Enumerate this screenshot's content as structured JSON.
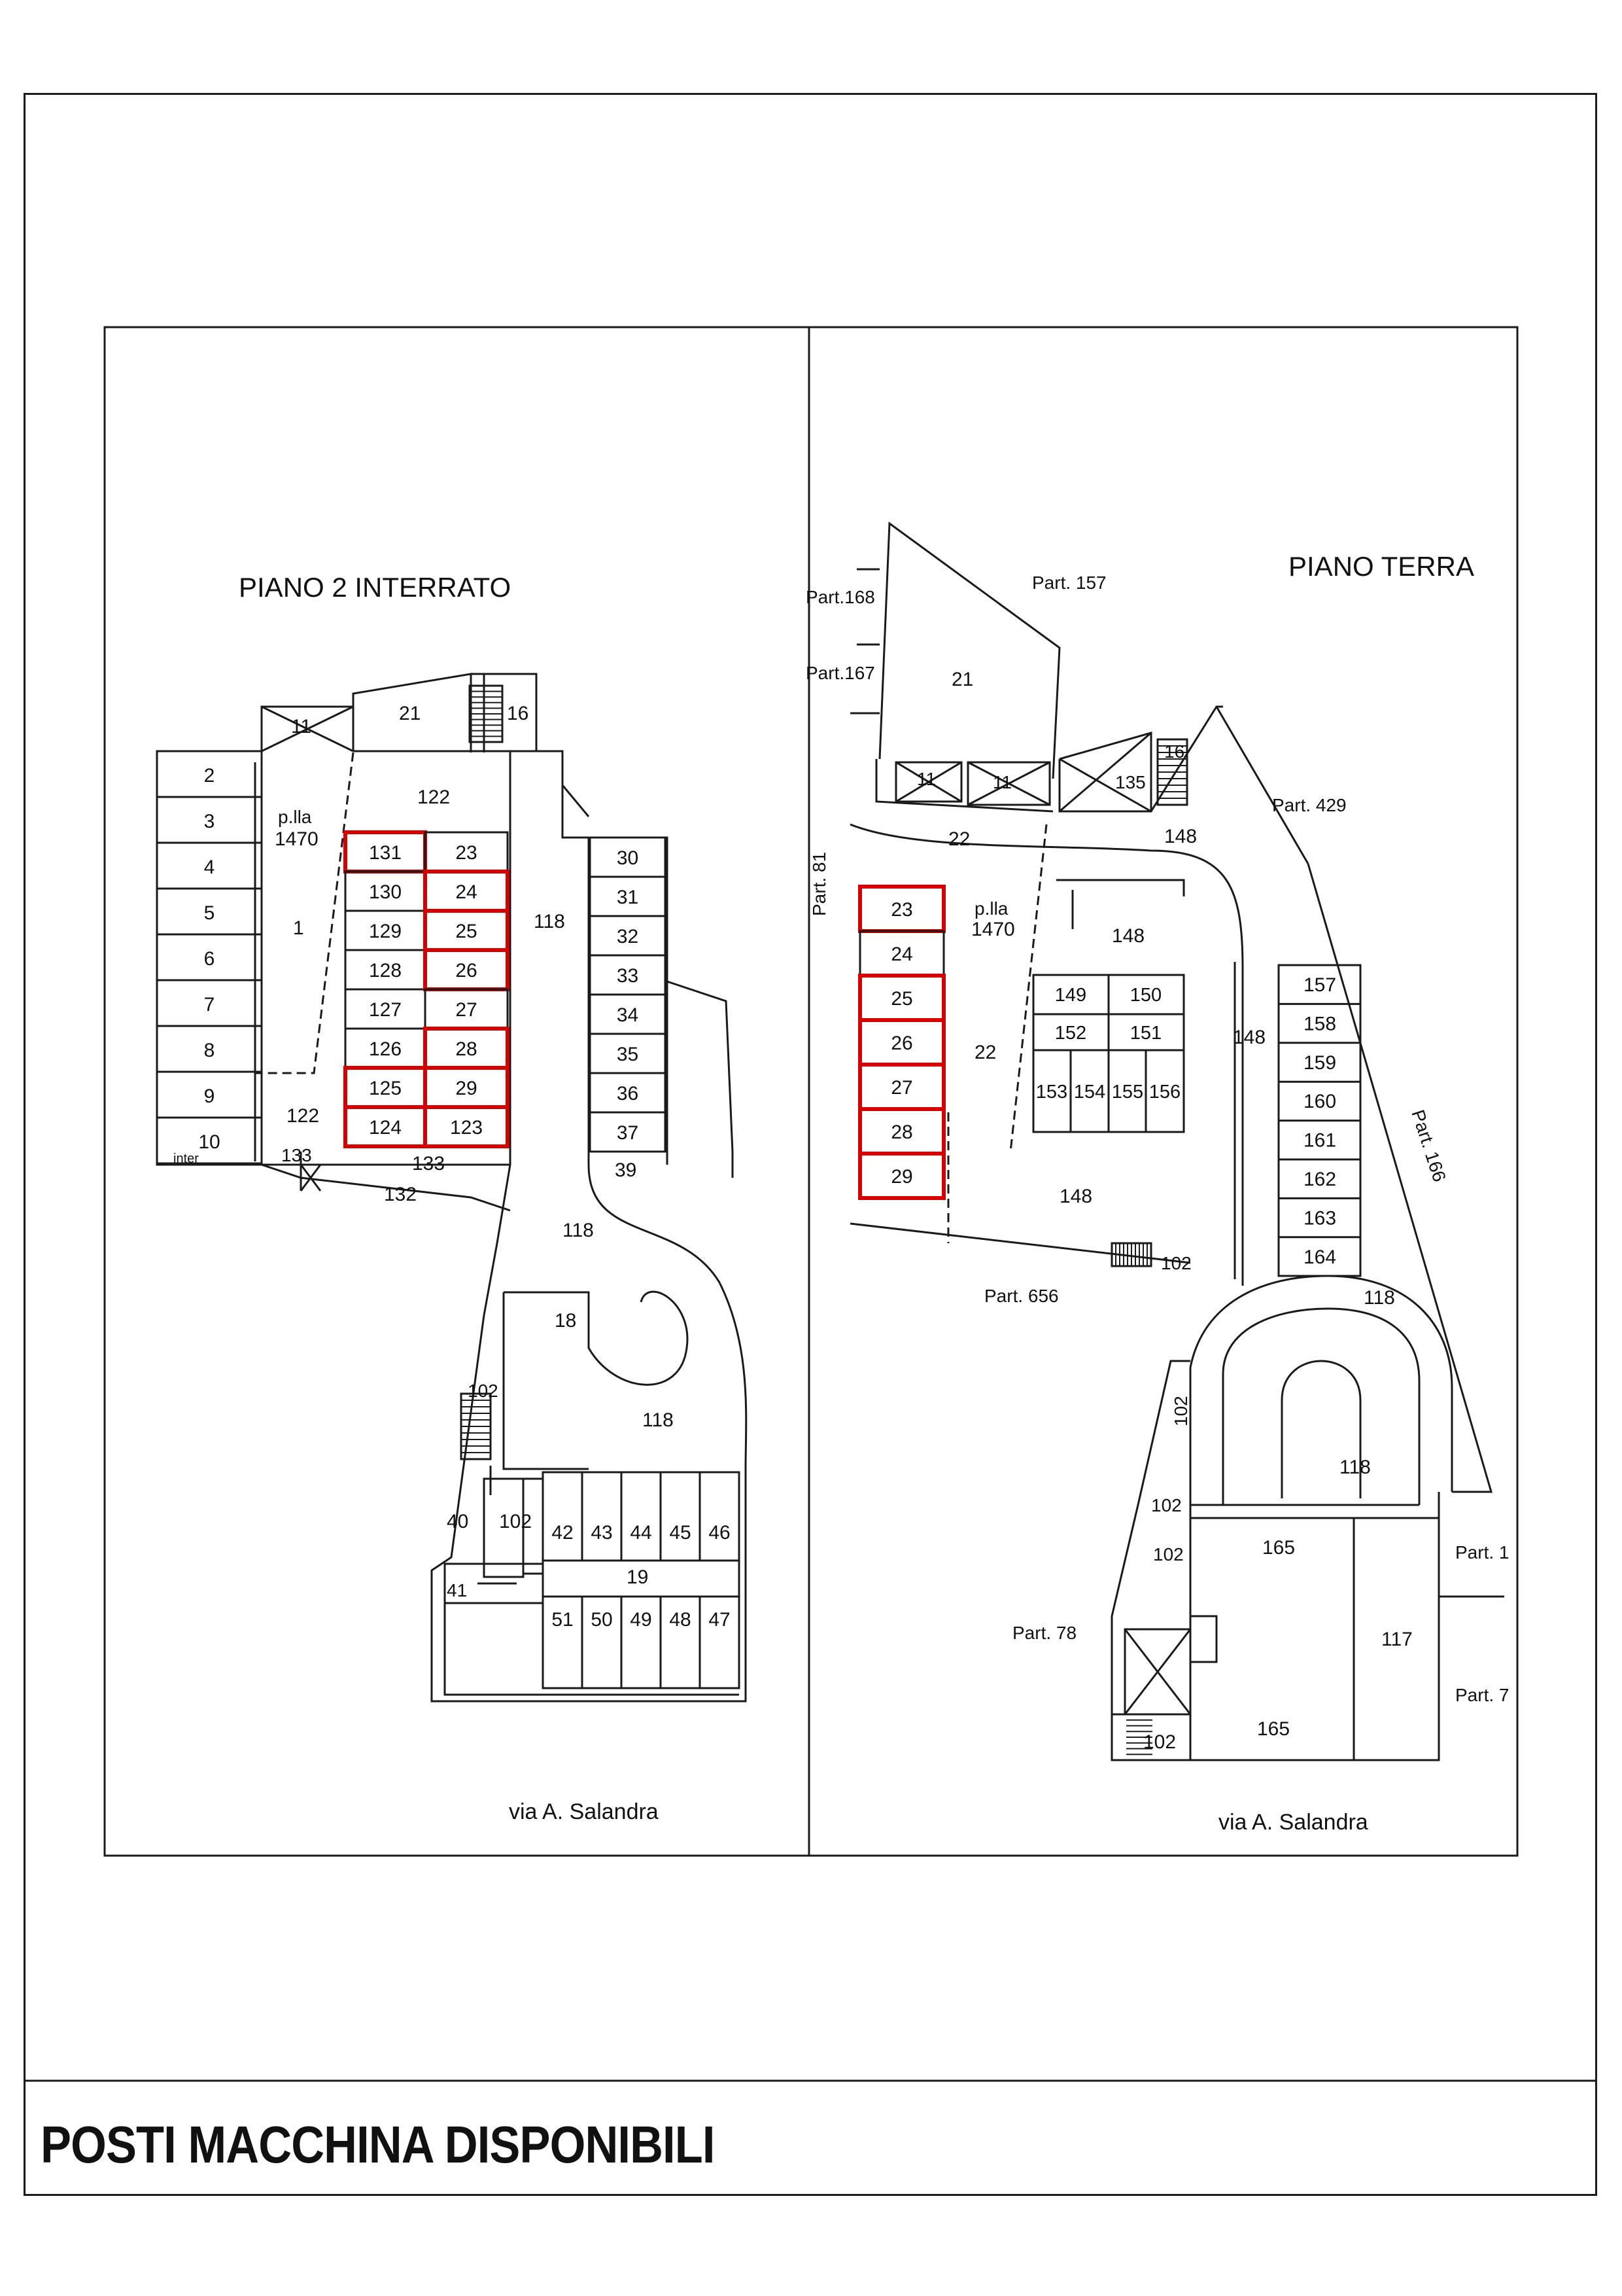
{
  "footer": {
    "title": "POSTI MACCHINA DISPONIBILI"
  },
  "colors": {
    "line": "#1a1a1a",
    "highlight": "#d40000"
  },
  "left_plan": {
    "title": "PIANO 2 INTERRATO",
    "street": "via A. Salandra",
    "parcel": "p.lla",
    "parcel_num": "1470",
    "inter": "inter",
    "slots_left_col": [
      "2",
      "3",
      "4",
      "5",
      "6",
      "7",
      "8",
      "9",
      "10"
    ],
    "slots_a": [
      "131",
      "130",
      "129",
      "128",
      "127",
      "126",
      "125",
      "124"
    ],
    "slots_b": [
      "23",
      "24",
      "25",
      "26",
      "27",
      "28",
      "29",
      "123"
    ],
    "slots_right": [
      "30",
      "31",
      "32",
      "33",
      "34",
      "35",
      "36",
      "37"
    ],
    "highlighted": [
      "131",
      "24",
      "25",
      "26",
      "28",
      "125",
      "29",
      "124",
      "123"
    ],
    "labels": {
      "l1": "1",
      "l11": "11",
      "l21": "21",
      "l16": "16",
      "l122a": "122",
      "l122b": "122",
      "l118a": "118",
      "l118b": "118",
      "l118c": "118",
      "l39": "39",
      "l133a": "133",
      "l133b": "133",
      "l132": "132",
      "l18": "18",
      "l102a": "102",
      "l102b": "102",
      "l40": "40",
      "l41": "41",
      "l19": "19"
    },
    "bottom_top": [
      "42",
      "43",
      "44",
      "45",
      "46"
    ],
    "bottom_bot": [
      "51",
      "50",
      "49",
      "48",
      "47"
    ]
  },
  "right_plan": {
    "title": "PIANO TERRA",
    "street": "via A. Salandra",
    "parcel": "p.lla",
    "parcel_num": "1470",
    "slots_left": [
      "23",
      "24",
      "25",
      "26",
      "27",
      "28",
      "29"
    ],
    "highlighted": [
      "23",
      "25",
      "26",
      "27",
      "28",
      "29"
    ],
    "grid_top": [
      "149",
      "150"
    ],
    "grid_mid": [
      "152",
      "151"
    ],
    "grid_bot": [
      "153",
      "154",
      "155",
      "156"
    ],
    "slots_right": [
      "157",
      "158",
      "159",
      "160",
      "161",
      "162",
      "163",
      "164"
    ],
    "labels": {
      "p168": "Part.168",
      "p167": "Part.167",
      "p157": "Part. 157",
      "p429": "Part. 429",
      "p81": "Part. 81",
      "p166": "Part. 166",
      "p656": "Part. 656",
      "p78": "Part. 78",
      "p1": "Part. 1",
      "p7": "Part. 7",
      "l21": "21",
      "l11a": "11",
      "l11b": "11",
      "l135": "135",
      "l16": "16",
      "l22a": "22",
      "l22b": "22",
      "l148a": "148",
      "l148b": "148",
      "l148c": "148",
      "l148d": "148",
      "l102a": "102",
      "l102b": "102",
      "l102c": "102",
      "l102d": "102",
      "l102e": "102",
      "l118a": "118",
      "l118b": "118",
      "l165a": "165",
      "l165b": "165",
      "l117": "117"
    }
  }
}
